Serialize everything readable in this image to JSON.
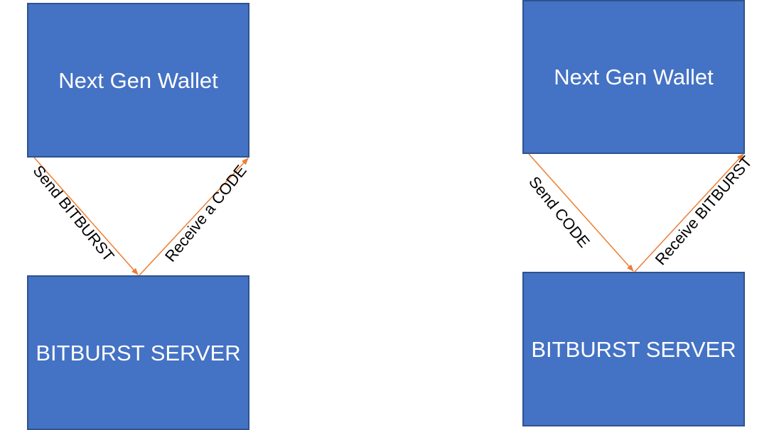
{
  "colors": {
    "box_fill": "#4472c4",
    "box_border": "#2f528f",
    "box_text": "#ffffff",
    "arrow": "#ed7d31",
    "label_text": "#000000"
  },
  "left_diagram": {
    "wallet_label": "Next Gen Wallet",
    "server_label": "BITBURST SERVER",
    "send_label": "Send BITBURST",
    "receive_label": "Receive a CODE"
  },
  "right_diagram": {
    "wallet_label": "Next Gen Wallet",
    "server_label": "BITBURST SERVER",
    "send_label": "Send CODE",
    "receive_label": "Receive BITBURST"
  }
}
